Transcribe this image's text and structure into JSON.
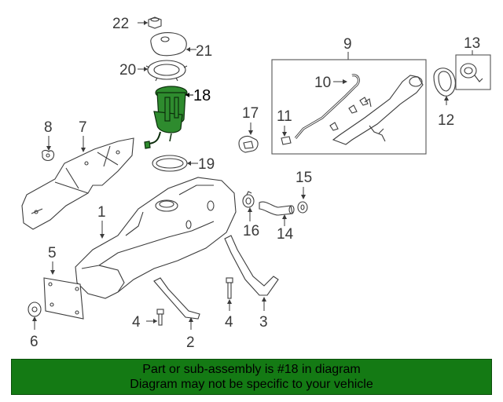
{
  "diagram": {
    "labels": {
      "c1": "1",
      "c2": "2",
      "c3": "3",
      "c4a": "4",
      "c4b": "4",
      "c5": "5",
      "c6": "6",
      "c7": "7",
      "c8": "8",
      "c9": "9",
      "c10": "10",
      "c11": "11",
      "c12": "12",
      "c13": "13",
      "c14": "14",
      "c15": "15",
      "c16": "16",
      "c17": "17",
      "c18": "18",
      "c19": "19",
      "c20": "20",
      "c21": "21",
      "c22": "22"
    },
    "highlighted_part": "18",
    "highlight_color": "#2e8b2e"
  },
  "banner": {
    "line1": "Part or sub-assembly is #18 in diagram",
    "line2": "Diagram may not be specific to your vehicle",
    "background": "#147a14"
  }
}
